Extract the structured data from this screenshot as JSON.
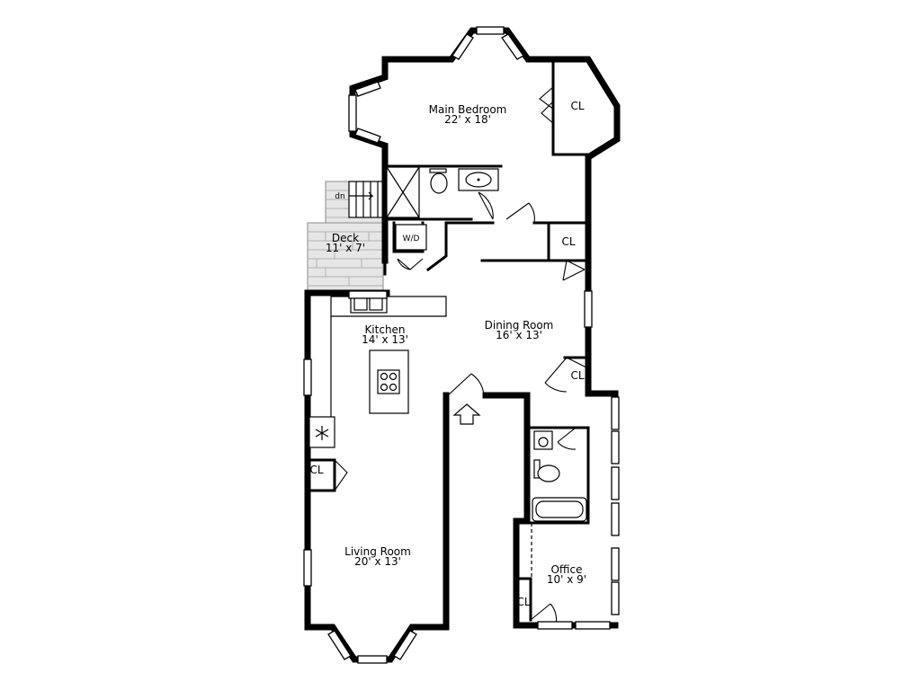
{
  "rooms": {
    "main_bedroom": {
      "name": "Main Bedroom",
      "dims": "22' x 18'"
    },
    "deck": {
      "name": "Deck",
      "dims": "11' x 7'"
    },
    "kitchen": {
      "name": "Kitchen",
      "dims": "14' x 13'"
    },
    "dining_room": {
      "name": "Dining Room",
      "dims": "16' x 13'"
    },
    "living_room": {
      "name": "Living Room",
      "dims": "20' x 13'"
    },
    "office": {
      "name": "Office",
      "dims": "10' x 9'"
    }
  },
  "labels": {
    "closet": "CL",
    "washer_dryer": "W/D",
    "stairs_down": "dn"
  },
  "icons": {
    "entry": "entry-arrow-icon",
    "cooktop": "cooktop-icon",
    "refrigerator": "snowflake-icon"
  }
}
